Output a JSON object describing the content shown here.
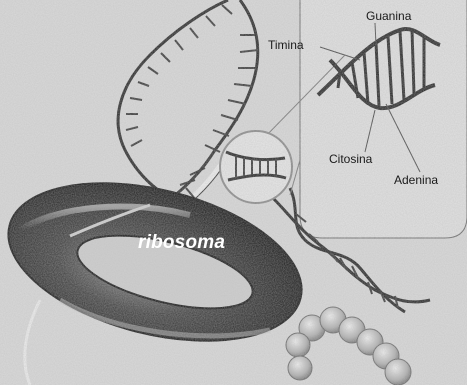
{
  "labels": {
    "guanina": "Guanina",
    "timina": "Timina",
    "citosina": "Citosina",
    "adenina": "Adenina",
    "ribosoma": "ribosoma"
  }
}
